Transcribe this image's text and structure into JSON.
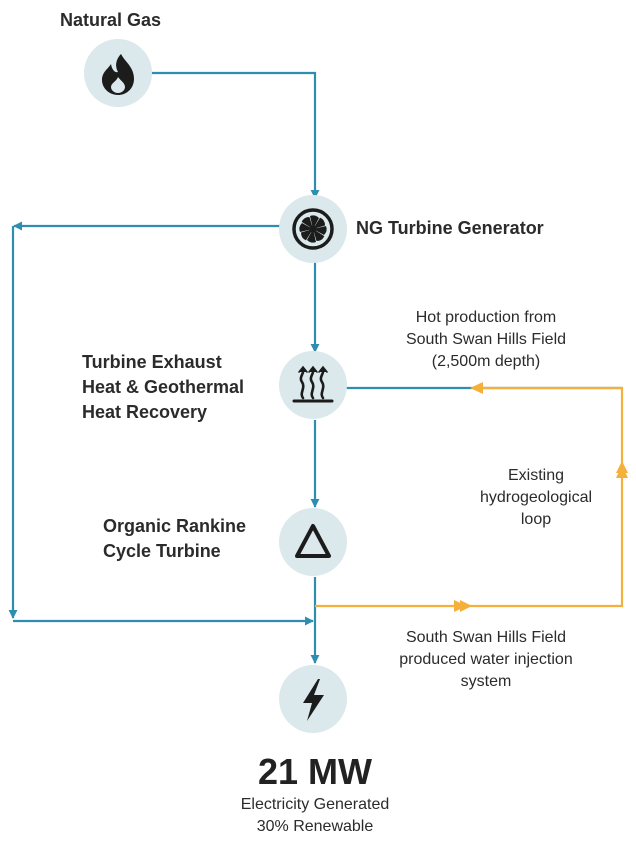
{
  "nodes": {
    "natural_gas": {
      "label": "Natural Gas",
      "icon": "flame-icon"
    },
    "turbine": {
      "label": "NG Turbine Generator",
      "icon": "turbine-fan-icon"
    },
    "heat_recovery": {
      "label_lines": [
        "Turbine Exhaust",
        "Heat & Geothermal",
        "Heat Recovery"
      ],
      "icon": "heat-waves-icon"
    },
    "orc": {
      "label_lines": [
        "Organic Rankine",
        "Cycle Turbine"
      ],
      "icon": "triangle-icon"
    },
    "electricity": {
      "icon": "lightning-bolt-icon"
    }
  },
  "annotations": {
    "hot_production": [
      "Hot production from",
      "South Swan Hills Field",
      "(2,500m depth)"
    ],
    "loop": [
      "Existing",
      "hydrogeological",
      "loop"
    ],
    "injection": [
      "South Swan Hills Field",
      "produced water injection",
      "system"
    ]
  },
  "output": {
    "value": "21 MW",
    "line1": "Electricity Generated",
    "line2": "30% Renewable"
  },
  "colors": {
    "blue_flow": "#2f8db0",
    "orange_flow": "#f5b03c",
    "node_fill": "#dbe9ec",
    "icon": "#1c1c1c",
    "text": "#2b2b2b"
  }
}
